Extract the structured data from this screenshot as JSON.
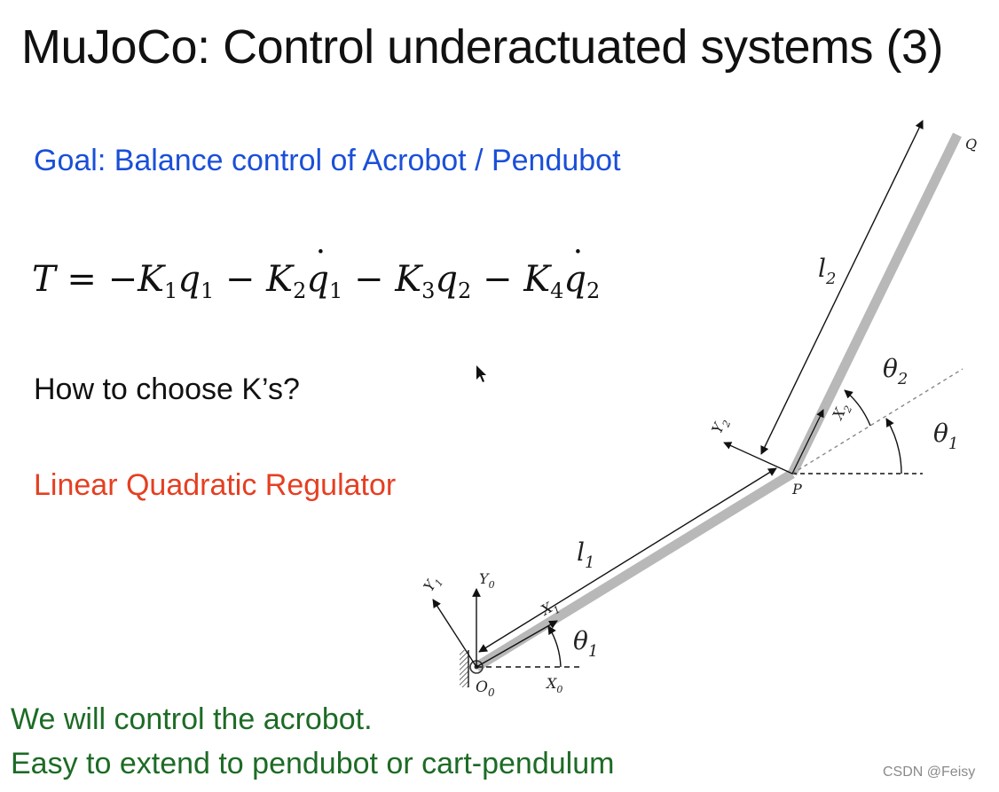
{
  "slide": {
    "title": "MuJoCo:  Control underactuated systems (3)",
    "goal": "Goal: Balance control of Acrobot / Pendubot",
    "equation": {
      "lhs": "T",
      "eq": " = ",
      "neg": "−",
      "minus": " − ",
      "k1": "K",
      "k1_sub": "1",
      "q1": "q",
      "q1_sub": "1",
      "k2": "K",
      "k2_sub": "2",
      "qd1": "q",
      "qd1_sub": "1",
      "k3": "K",
      "k3_sub": "3",
      "q2": "q",
      "q2_sub": "2",
      "k4": "K",
      "k4_sub": "4",
      "qd2": "q",
      "qd2_sub": "2"
    },
    "question": "How to choose K’s?",
    "method": "Linear Quadratic Regulator",
    "bottom_line1": "We will control the acrobot.",
    "bottom_line2": "Easy to extend to pendubot or cart-pendulum"
  },
  "diagram": {
    "labels": {
      "Q": "Q",
      "P": "P",
      "O0": "O",
      "O0_sub": "0",
      "l1": "l",
      "l1_sub": "1",
      "l2": "l",
      "l2_sub": "2",
      "theta1_base": "θ",
      "theta1_base_sub": "1",
      "theta1_elbow": "θ",
      "theta1_elbow_sub": "1",
      "theta2": "θ",
      "theta2_sub": "2",
      "X0": "X",
      "X0_sub": "0",
      "Y0": "Y",
      "Y0_sub": "0",
      "X1": "X",
      "X1_sub": "1",
      "Y1": "Y",
      "Y1_sub": "1",
      "X2": "X",
      "X2_sub": "2",
      "Y2": "Y",
      "Y2_sub": "2"
    }
  },
  "watermark": "CSDN @Feisy",
  "colors": {
    "title": "#111111",
    "goal": "#1a4fd8",
    "method": "#e53f22",
    "bottom": "#1d6b25",
    "link": "#b8b8b8"
  }
}
